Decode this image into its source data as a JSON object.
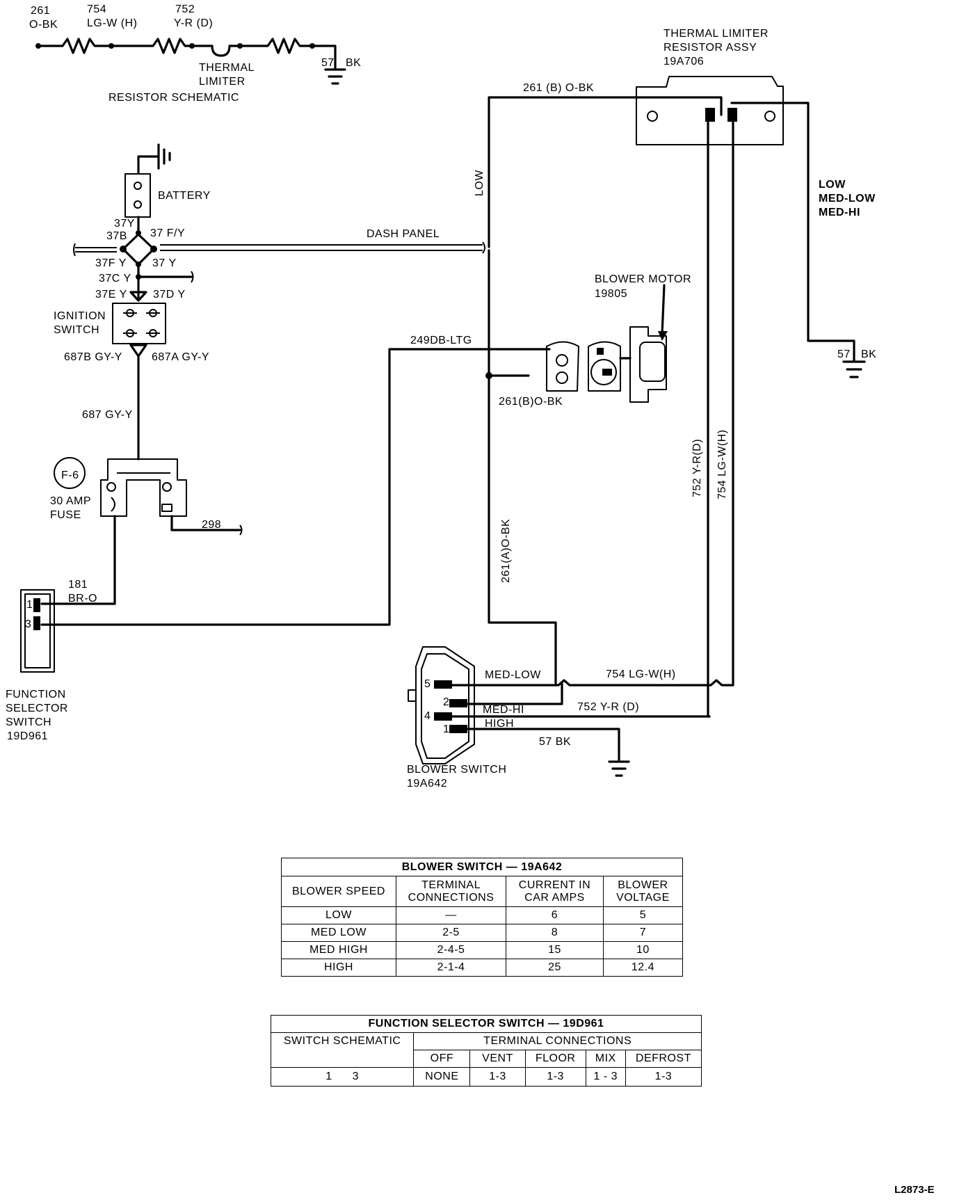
{
  "schematic": {
    "w261": "261",
    "w261c": "O-BK",
    "w754": "754",
    "w754c": "LG-W (H)",
    "w752": "752",
    "w752c": "Y-R (D)",
    "thermal1": "THERMAL",
    "thermal2": "LIMITER",
    "title": "RESISTOR SCHEMATIC",
    "gnd": "57",
    "gndc": "BK"
  },
  "labels": {
    "limiter1": "THERMAL LIMITER",
    "limiter2": "RESISTOR ASSY",
    "limiter3": "19A706",
    "w261b": "261 (B) O-BK",
    "low": "LOW",
    "speeds": [
      "LOW",
      "MED-LOW",
      "MED-HI"
    ],
    "gnd57": "57",
    "gndbk": "BK",
    "battery": "BATTERY",
    "w37y": "37Y",
    "w37b": "37B",
    "w37fy": "37 F/Y",
    "dash": "DASH PANEL",
    "w37f": "37F Y",
    "w37": "37 Y",
    "w37c": "37C Y",
    "w37e": "37E Y",
    "w37d": "37D Y",
    "ign1": "IGNITION",
    "ign2": "SWITCH",
    "w687b": "687B GY-Y",
    "w687a": "687A GY-Y",
    "w687": "687 GY-Y",
    "w249": "249DB-LTG",
    "motor1": "BLOWER MOTOR",
    "motor2": "19805",
    "w261bm": "261(B)O-BK",
    "w752v": "752 Y-R(D)",
    "w754v": "754 LG-W(H)",
    "fuseid": "F-6",
    "fuse1": "30 AMP",
    "fuse2": "FUSE",
    "w298": "298",
    "w181": "181",
    "w181c": "BR-O",
    "w261a": "261(A)O-BK",
    "fss1": "FUNCTION",
    "fss2": "SELECTOR",
    "fss3": "SWITCH",
    "fss4": "19D961",
    "term1": "1",
    "term3": "3",
    "medlow": "MED-LOW",
    "w754h": "754 LG-W(H)",
    "pin5": "5",
    "pin2": "2",
    "pin4": "4",
    "pin1": "1",
    "medhi": "MED-HI",
    "high": "HIGH",
    "w752d": "752 Y-R (D)",
    "w57bk": "57 BK",
    "bsw1": "BLOWER SWITCH",
    "bsw2": "19A642"
  },
  "blower_table": {
    "title": "BLOWER SWITCH — 19A642",
    "headers": [
      "BLOWER SPEED",
      "TERMINAL CONNECTIONS",
      "CURRENT IN CAR AMPS",
      "BLOWER VOLTAGE"
    ],
    "rows": [
      [
        "LOW",
        "—",
        "6",
        "5"
      ],
      [
        "MED LOW",
        "2-5",
        "8",
        "7"
      ],
      [
        "MED HIGH",
        "2-4-5",
        "15",
        "10"
      ],
      [
        "HIGH",
        "2-1-4",
        "25",
        "12.4"
      ]
    ]
  },
  "function_table": {
    "title": "FUNCTION SELECTOR SWITCH — 19D961",
    "schematic_header": "SWITCH SCHEMATIC",
    "group_header": "TERMINAL CONNECTIONS",
    "headers": [
      "OFF",
      "VENT",
      "FLOOR",
      "MIX",
      "DEFROST"
    ],
    "schematic_value": "1 3",
    "values": [
      "NONE",
      "1-3",
      "1-3",
      "1 - 3",
      "1-3"
    ]
  },
  "figure_ref": "L2873-E"
}
